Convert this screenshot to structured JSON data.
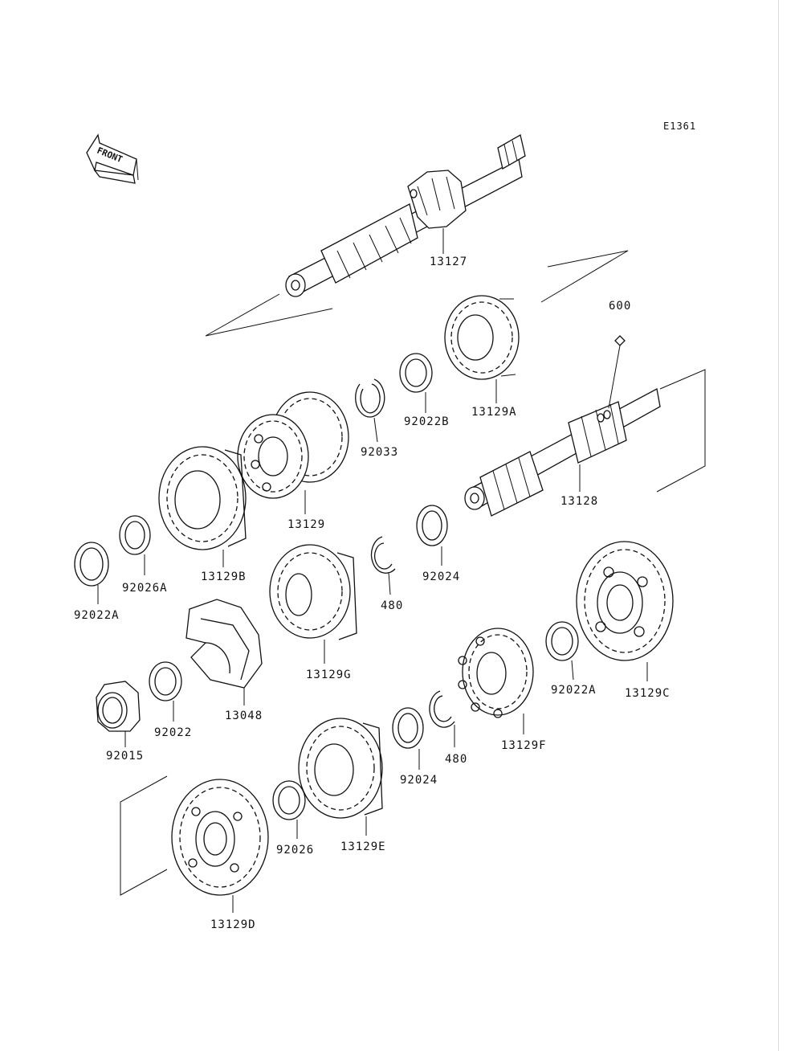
{
  "diagram": {
    "ref_code": "E1361",
    "front_arrow_label": "FRONT",
    "parts": [
      {
        "id": "13127",
        "label": "13127",
        "name": "input-shaft"
      },
      {
        "id": "13128",
        "label": "13128",
        "name": "output-shaft"
      },
      {
        "id": "600",
        "label": "600",
        "name": "ball"
      },
      {
        "id": "13129A",
        "label": "13129A",
        "name": "gear"
      },
      {
        "id": "92022B",
        "label": "92022B",
        "name": "washer"
      },
      {
        "id": "92033",
        "label": "92033",
        "name": "circlip"
      },
      {
        "id": "13129",
        "label": "13129",
        "name": "gear"
      },
      {
        "id": "13129B",
        "label": "13129B",
        "name": "gear"
      },
      {
        "id": "92026A",
        "label": "92026A",
        "name": "washer"
      },
      {
        "id": "92022A_left",
        "label": "92022A",
        "name": "washer"
      },
      {
        "id": "13129G",
        "label": "13129G",
        "name": "gear"
      },
      {
        "id": "480_upper",
        "label": "480",
        "name": "circlip"
      },
      {
        "id": "92024_upper",
        "label": "92024",
        "name": "washer"
      },
      {
        "id": "13129C",
        "label": "13129C",
        "name": "gear"
      },
      {
        "id": "92022A_right",
        "label": "92022A",
        "name": "washer"
      },
      {
        "id": "13129F",
        "label": "13129F",
        "name": "gear"
      },
      {
        "id": "480_lower",
        "label": "480",
        "name": "circlip"
      },
      {
        "id": "92024_lower",
        "label": "92024",
        "name": "washer"
      },
      {
        "id": "13048",
        "label": "13048",
        "name": "sprocket-collar"
      },
      {
        "id": "92022",
        "label": "92022",
        "name": "washer"
      },
      {
        "id": "92015",
        "label": "92015",
        "name": "nut"
      },
      {
        "id": "13129E",
        "label": "13129E",
        "name": "gear"
      },
      {
        "id": "92026",
        "label": "92026",
        "name": "washer"
      },
      {
        "id": "13129D",
        "label": "13129D",
        "name": "gear"
      }
    ]
  }
}
